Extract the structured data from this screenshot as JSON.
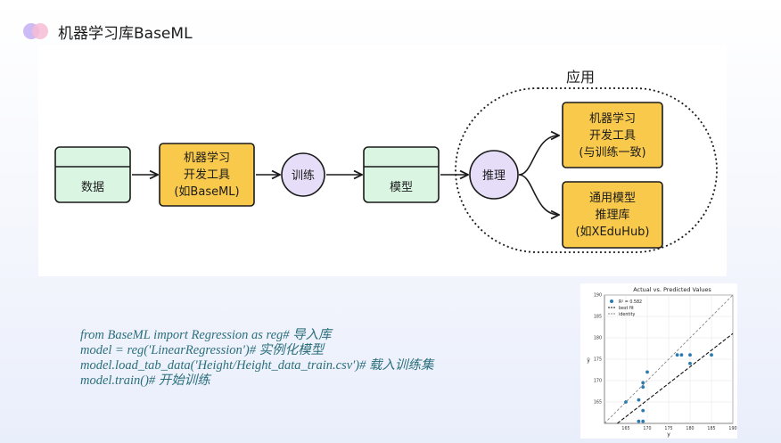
{
  "header": {
    "title": "机器学习库BaseML"
  },
  "diagram": {
    "region_label": "应用",
    "nodes": {
      "data": "数据",
      "lib": [
        "机器学习",
        "开发工具",
        "(如BaseML)"
      ],
      "train": "训练",
      "model": "模型",
      "infer": "推理",
      "app_dev": [
        "机器学习",
        "开发工具",
        "(与训练一致)"
      ],
      "app_lib": [
        "通用模型",
        "推理库",
        "(如XEduHub)"
      ]
    },
    "colors": {
      "green_fill": "#daf6e3",
      "yellow_fill": "#f9c94b",
      "purple_fill": "#e6ddf8",
      "stroke": "#1a1a1a"
    }
  },
  "code": {
    "lines": [
      "from BaseML import Regression as reg# 导入库",
      "model = reg('LinearRegression')# 实例化模型",
      "model.load_tab_data('Height/Height_data_train.csv')# 载入训练集",
      "model.train()# 开始训练"
    ]
  },
  "chart_data": {
    "type": "scatter",
    "title": "Actual vs. Predicted Values",
    "xlabel": "y",
    "ylabel": "ŷ",
    "xlim": [
      160,
      190
    ],
    "ylim": [
      160,
      190
    ],
    "xticks": [
      165,
      170,
      175,
      180,
      185,
      190
    ],
    "yticks": [
      165,
      170,
      175,
      180,
      185,
      190
    ],
    "grid": true,
    "legend": {
      "placement": "top-left",
      "entries": [
        "R² = 0.582",
        "best fit",
        "identity"
      ]
    },
    "points": [
      {
        "x": 165,
        "y": 165
      },
      {
        "x": 168,
        "y": 165.5
      },
      {
        "x": 169,
        "y": 169.5
      },
      {
        "x": 169,
        "y": 168.5
      },
      {
        "x": 169,
        "y": 163
      },
      {
        "x": 170,
        "y": 172
      },
      {
        "x": 168,
        "y": 160.5
      },
      {
        "x": 169,
        "y": 160.5
      },
      {
        "x": 177,
        "y": 176
      },
      {
        "x": 178,
        "y": 176
      },
      {
        "x": 180,
        "y": 176
      },
      {
        "x": 180,
        "y": 174
      },
      {
        "x": 185,
        "y": 176
      }
    ],
    "best_fit": {
      "x": [
        163,
        190
      ],
      "y": [
        160,
        181
      ]
    },
    "identity": {
      "x": [
        160,
        190
      ],
      "y": [
        160,
        190
      ]
    },
    "colors": {
      "point": "#2b7bb0",
      "best_fit": "#111111",
      "identity": "#888888"
    }
  }
}
